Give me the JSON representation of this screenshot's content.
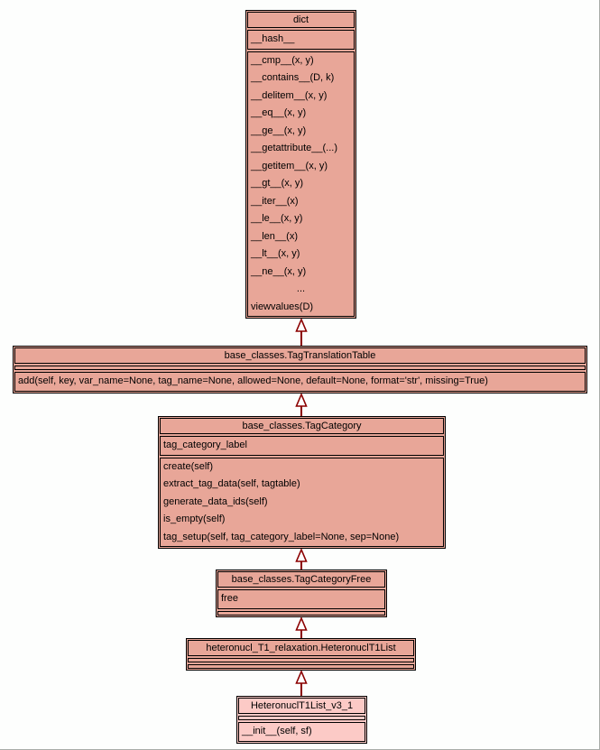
{
  "diagram": {
    "type": "uml-class-inheritance-diagram",
    "colors": {
      "background": "#fdfefd",
      "class_fill": "#e8a698",
      "highlight_fill": "#fccac6",
      "border": "#000000",
      "arrow": "#8b0000"
    },
    "classes": {
      "dict": {
        "title": "dict",
        "attributes": [
          "__hash__"
        ],
        "methods": [
          "__cmp__(x, y)",
          "__contains__(D, k)",
          "__delitem__(x, y)",
          "__eq__(x, y)",
          "__ge__(x, y)",
          "__getattribute__(...)",
          "__getitem__(x, y)",
          "__gt__(x, y)",
          "__iter__(x)",
          "__le__(x, y)",
          "__len__(x)",
          "__lt__(x, y)",
          "__ne__(x, y)",
          "...",
          "viewvalues(D)"
        ]
      },
      "tag_translation_table": {
        "title": "base_classes.TagTranslationTable",
        "attributes": [],
        "methods": [
          "add(self, key, var_name=None, tag_name=None, allowed=None, default=None, format='str', missing=True)"
        ]
      },
      "tag_category": {
        "title": "base_classes.TagCategory",
        "attributes": [
          "tag_category_label"
        ],
        "methods": [
          "create(self)",
          "extract_tag_data(self, tagtable)",
          "generate_data_ids(self)",
          "is_empty(self)",
          "tag_setup(self, tag_category_label=None, sep=None)"
        ]
      },
      "tag_category_free": {
        "title": "base_classes.TagCategoryFree",
        "attributes": [
          "free"
        ],
        "methods": []
      },
      "heteronucl_t1_list": {
        "title": "heteronucl_T1_relaxation.HeteronuclT1List",
        "attributes": [],
        "methods": []
      },
      "heteronucl_t1_list_v3_1": {
        "title": "HeteronuclT1List_v3_1",
        "attributes": [],
        "methods": [
          "__init__(self, sf)"
        ]
      }
    }
  }
}
